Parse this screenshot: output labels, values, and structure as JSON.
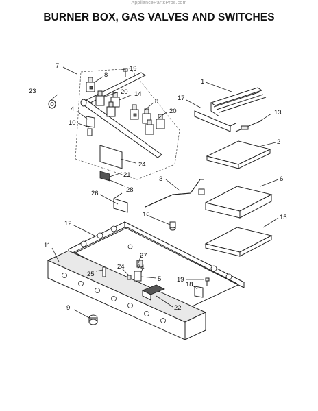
{
  "header": {
    "watermark": "AppliancePartsPros.com",
    "title": "BURNER BOX, GAS VALVES AND SWITCHES"
  },
  "callouts": {
    "c1": "1",
    "c2": "2",
    "c3": "3",
    "c4": "4",
    "c5": "5",
    "c6": "6",
    "c7": "7",
    "c8a": "8",
    "c8b": "8",
    "c9": "9",
    "c10": "10",
    "c11": "11",
    "c12": "12",
    "c13": "13",
    "c14": "14",
    "c15": "15",
    "c16": "16",
    "c17": "17",
    "c18": "18",
    "c19a": "19",
    "c19b": "19",
    "c20a": "20",
    "c20b": "20",
    "c21": "21",
    "c22": "22",
    "c23": "23",
    "c24a": "24",
    "c24b": "24",
    "c24c": "24",
    "c25": "25",
    "c26": "26",
    "c27": "27",
    "c28": "28"
  }
}
